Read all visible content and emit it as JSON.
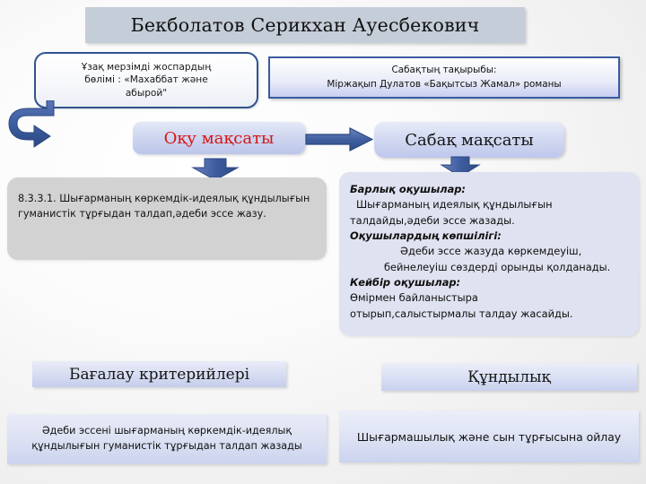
{
  "slide": {
    "title": "Бекболатов Серикхан Ауесбекович",
    "plan_section": {
      "lines": [
        "Ұзақ мерзімді жоспардың",
        "бөлімі : «Махаббат және",
        "абырой\""
      ]
    },
    "topic": {
      "label": "Сабақтың тақырыбы:",
      "value": "Міржақып Дулатов «Бақытсыз Жамал» романы"
    },
    "learning_goal_pill": "Оқу мақсаты",
    "lesson_goal_pill": "Сабақ мақсаты",
    "objective": {
      "text": "8.3.3.1. Шығарманың көркемдік-идеялық құндылығын гуманистік тұрғыдан талдап,әдеби эссе жазу."
    },
    "differentiation": {
      "all_label": "Барлық оқушылар:",
      "all_line1": " Шығарманың идеялық құндылығын",
      "all_line2": "талдайды,әдеби эссе жазады.",
      "most_label": "Оқушылардың көпшілігі:",
      "most_line1": "Әдеби эссе жазуда көркемдеуіш,",
      "most_line2": "бейнелеуіш сөздерді орынды қолданады.",
      "some_label": "Кейбір оқушылар:",
      "some_line1": "Өмірмен байланыстыра",
      "some_line2": "отырып,салыстырмалы талдау жасайды."
    },
    "criteria": {
      "header": "Бағалау критерийлері",
      "line1": "Әдеби эссені шығарманың көркемдік-идеялық",
      "line2": "құндылығын гуманистік тұрғыдан талдап жазады"
    },
    "value": {
      "header": "Құндылық",
      "text": "Шығармашылық және сын тұрғысына ойлау"
    },
    "colors": {
      "title_banner": "#c5cdd9",
      "accent_blue": "#31538f",
      "arrow_blue": "#3b5aa0",
      "goal_red": "#d81414",
      "objective_gray": "#d2d2d2",
      "differentiation_lavender": "#dfe2f0"
    }
  }
}
